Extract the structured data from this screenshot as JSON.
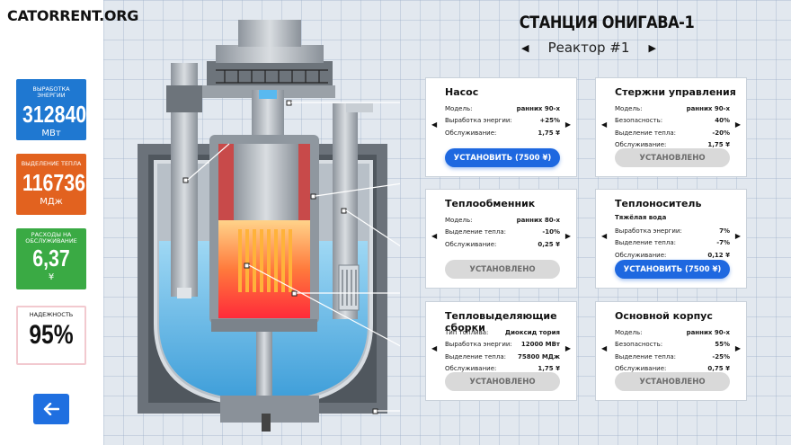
{
  "logo": "CATORRENT.ORG",
  "stats": {
    "energy": {
      "label": "ВЫРАБОТКА ЭНЕРГИИ",
      "value": "312840",
      "unit": "МВт"
    },
    "heat": {
      "label": "ВЫДЕЛЕНИЕ ТЕПЛА",
      "value": "116736",
      "unit": "МДж"
    },
    "costs": {
      "label": "РАСХОДЫ НА ОБСЛУЖИВАНИЕ",
      "value": "6,37",
      "unit": "¥"
    },
    "reliability": {
      "label": "НАДЕЖНОСТЬ",
      "value": "95%"
    }
  },
  "header": {
    "title": "СТАНЦИЯ ОНИГАВА-1",
    "reactor": "Реактор #1"
  },
  "panels": {
    "pump": {
      "title": "Насос",
      "rows": [
        {
          "k": "Модель:",
          "v": "ранних 90-х"
        },
        {
          "k": "Выработка энергии:",
          "v": "+25%"
        },
        {
          "k": "Обслуживание:",
          "v": "1,75 ¥"
        }
      ],
      "button": "УСТАНОВИТЬ (7500 ¥)"
    },
    "rods": {
      "title": "Стержни управления",
      "rows": [
        {
          "k": "Модель:",
          "v": "ранних 90-х"
        },
        {
          "k": "Безопасность:",
          "v": "40%"
        },
        {
          "k": "Выделение тепла:",
          "v": "-20%"
        },
        {
          "k": "Обслуживание:",
          "v": "1,75 ¥"
        }
      ],
      "button": "УСТАНОВЛЕНО"
    },
    "exchanger": {
      "title": "Теплообменник",
      "rows": [
        {
          "k": "Модель:",
          "v": "ранних 80-х"
        },
        {
          "k": "Выделение тепла:",
          "v": "-10%"
        },
        {
          "k": "Обслуживание:",
          "v": "0,25 ¥"
        }
      ],
      "button": "УСТАНОВЛЕНО"
    },
    "coolant": {
      "title": "Теплоноситель",
      "subtitle": "Тяжёлая вода",
      "rows": [
        {
          "k": "Выработка энергии:",
          "v": "7%"
        },
        {
          "k": "Выделение тепла:",
          "v": "-7%"
        },
        {
          "k": "Обслуживание:",
          "v": "0,12 ¥"
        }
      ],
      "button": "УСТАНОВИТЬ (7500 ¥)"
    },
    "fuel": {
      "title": "Тепловыделяющие сборки",
      "rows": [
        {
          "k": "Тип топлива:",
          "v": "Диоксид тория"
        },
        {
          "k": "Выработка энергии:",
          "v": "12000 МВт"
        },
        {
          "k": "Выделение тепла:",
          "v": "75800 МДж"
        },
        {
          "k": "Обслуживание:",
          "v": "1,75 ¥"
        }
      ],
      "button": "УСТАНОВЛЕНО"
    },
    "vessel": {
      "title": "Основной корпус",
      "rows": [
        {
          "k": "Модель:",
          "v": "ранних 90-х"
        },
        {
          "k": "Безопасность:",
          "v": "55%"
        },
        {
          "k": "Выделение тепла:",
          "v": "-25%"
        },
        {
          "k": "Обслуживание:",
          "v": "0,75 ¥"
        }
      ],
      "button": "УСТАНОВЛЕНО"
    }
  },
  "colors": {
    "blue_stat": "#1f78d1",
    "orange_stat": "#e2621f",
    "green_stat": "#3aaa44",
    "install_button": "#1e68e0",
    "installed_button": "#d9d9d9"
  }
}
